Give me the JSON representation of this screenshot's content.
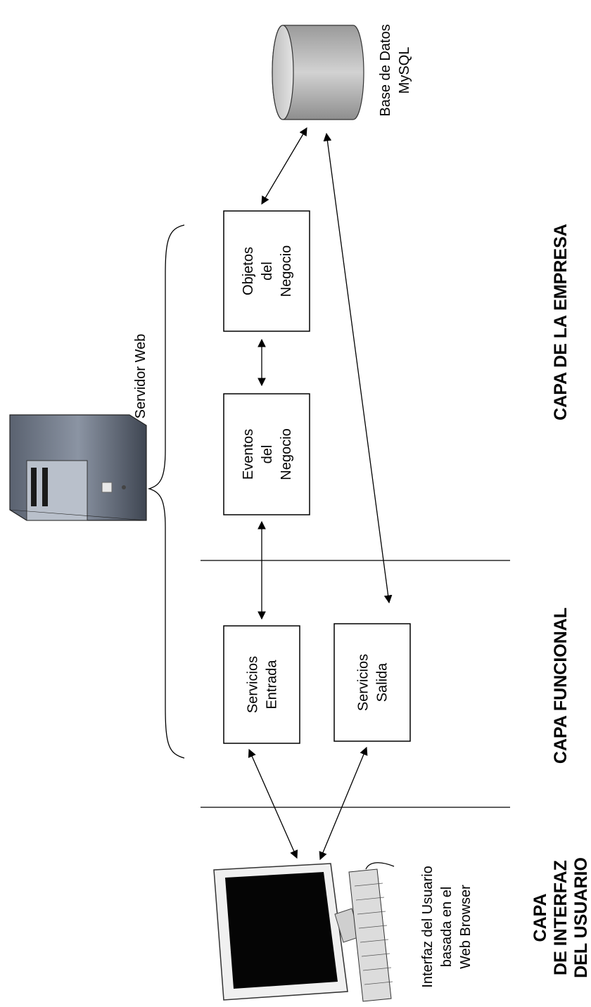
{
  "database": {
    "lines": [
      "Base de Datos",
      "MySQL"
    ]
  },
  "server": {
    "label": "Servidor Web"
  },
  "client": {
    "lines": [
      "Interfaz del Usuario",
      "basada en el",
      "Web Browser"
    ]
  },
  "boxes": {
    "objetos": {
      "lines": [
        "Objetos",
        "del",
        "Negocio"
      ]
    },
    "eventos": {
      "lines": [
        "Eventos",
        "del",
        "Negocio"
      ]
    },
    "entrada": {
      "lines": [
        "Servicios",
        "Entrada"
      ]
    },
    "salida": {
      "lines": [
        "Servicios",
        "Salida"
      ]
    }
  },
  "layers": {
    "empresa": {
      "lines": [
        "CAPA DE LA EMPRESA"
      ]
    },
    "funcional": {
      "lines": [
        "CAPA FUNCIONAL"
      ]
    },
    "interfaz": {
      "lines": [
        "CAPA",
        "DE INTERFAZ",
        "DEL USUARIO"
      ]
    }
  }
}
